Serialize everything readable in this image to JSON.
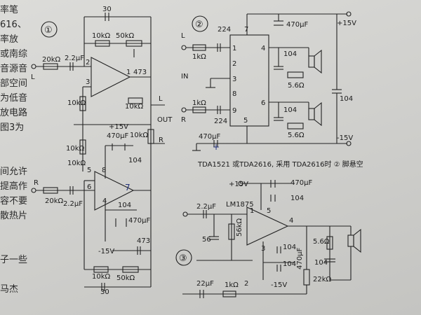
{
  "margin_text": [
    "率笔",
    "616、",
    "率放",
    "或南综",
    "音源音",
    "部空间",
    "为低音",
    "放电路",
    "图3为",
    "",
    "",
    "间允许",
    "提高作",
    "容不要",
    "散热片",
    "",
    "",
    "子一些",
    "",
    "马杰"
  ],
  "circuit1": {
    "number": "①",
    "c30_top": "30",
    "r10k_a": "10kΩ",
    "pot50k_a": "50kΩ",
    "in_l_label": "L",
    "r20k_l": "20kΩ",
    "c22_l": "2.2μF",
    "pin2": "2",
    "pin3": "3",
    "pin1": "1",
    "ic_top": "473",
    "r10k_b": "10kΩ",
    "r10k_out": "10kΩ",
    "out_label": "OUT",
    "out_l": "L",
    "out_r": "R",
    "supply_pos": "+15V",
    "c470_a": "470μF",
    "r10k_mid": "10kΩ",
    "r10k_out2": "10kΩ",
    "pin8": "8",
    "c104_a": "104",
    "r10k_c": "10kΩ",
    "pin5": "5",
    "in_r_label": "R",
    "pin6": "6",
    "pin7": "7",
    "r20k_r": "20kΩ",
    "c22_r": "2.2μF",
    "pin4": "4",
    "c104_b": "104",
    "c470_b": "470μF",
    "supply_neg": "-15V",
    "c473_b": "473",
    "r10k_d": "10kΩ",
    "pot50k_b": "50kΩ",
    "c30_bot": "30"
  },
  "circuit2": {
    "number": "②",
    "c224_a": "224",
    "pin7": "7",
    "c470": "470μF",
    "supply_pos": "+15V",
    "in_l": "L",
    "pin1": "1",
    "pin4": "4",
    "r1k_a": "1kΩ",
    "c104_a": "104",
    "pin2": "2",
    "in_label": "IN",
    "pin3": "3",
    "r56_a": "5.6Ω",
    "pin8": "8",
    "c104_side": "104",
    "pin6": "6",
    "r1k_b": "1kΩ",
    "pin9": "9",
    "in_r": "R",
    "c104_b": "104",
    "c224_b": "224",
    "pin5": "5",
    "c470_b": "470μF",
    "r56_b": "5.6Ω",
    "supply_neg": "-15V",
    "note": "TDA1521 或TDA2616, 采用 TDA2616时 ② 脚悬空",
    "ink_plus": "+"
  },
  "circuit3": {
    "number": "③",
    "supply_pos": "+15V",
    "c470": "470μF",
    "c104": "104",
    "ic_name": "LM1875",
    "c22": "2.2μF",
    "pin5": "5",
    "pin1": "1",
    "pin4": "4",
    "c56": "56",
    "r56k": "56kΩ",
    "r56": "5.6Ω",
    "pin3": "3",
    "c104_b": "104",
    "c104_c": "104",
    "c470_b": "470μF",
    "pin2": "2",
    "c22_b": "22μF",
    "r1k": "1kΩ",
    "supply_neg": "-15V",
    "r22k": "22kΩ"
  }
}
